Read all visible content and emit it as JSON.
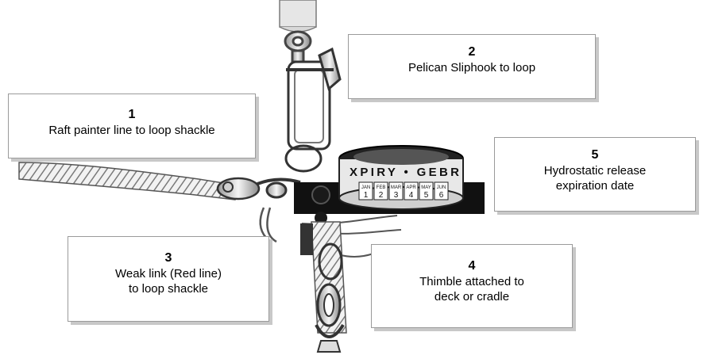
{
  "callouts": [
    {
      "number": "1",
      "lines": [
        "Raft painter line to loop shackle"
      ]
    },
    {
      "number": "2",
      "lines": [
        "Pelican Sliphook to loop"
      ]
    },
    {
      "number": "3",
      "lines": [
        "Weak link (Red line)",
        "to loop shackle"
      ]
    },
    {
      "number": "4",
      "lines": [
        "Thimble attached to",
        "deck or cradle"
      ]
    },
    {
      "number": "5",
      "lines": [
        "Hydrostatic release",
        "expiration date"
      ]
    }
  ],
  "device": {
    "band_text": "XPIRY • GEBR",
    "months": [
      "JAN",
      "FEB",
      "MAR",
      "APR",
      "MAY",
      "JUN"
    ],
    "month_numbers": [
      "1",
      "2",
      "3",
      "4",
      "5",
      "6"
    ]
  }
}
